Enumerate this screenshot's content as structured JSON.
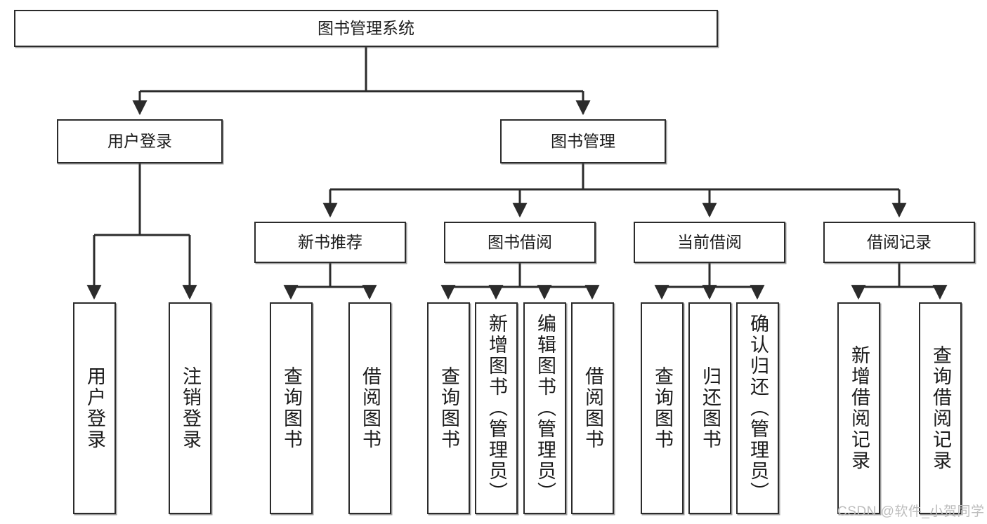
{
  "diagram": {
    "type": "tree-hierarchy-chart",
    "title_box": {
      "label": "图书管理系统"
    },
    "level2": [
      {
        "id": "user-login",
        "label": "用户登录"
      },
      {
        "id": "book-manage",
        "label": "图书管理"
      }
    ],
    "level3": [
      {
        "id": "new-book-recommend",
        "label": "新书推荐"
      },
      {
        "id": "book-borrow",
        "label": "图书借阅"
      },
      {
        "id": "current-borrow",
        "label": "当前借阅"
      },
      {
        "id": "borrow-record",
        "label": "借阅记录"
      }
    ],
    "leaves": [
      {
        "id": "leaf-user-login",
        "label": "用户登录",
        "parent": "user-login"
      },
      {
        "id": "leaf-logout-login",
        "label": "注销登录",
        "parent": "user-login"
      },
      {
        "id": "leaf-query-book-1",
        "label": "查询图书",
        "parent": "new-book-recommend"
      },
      {
        "id": "leaf-borrow-book-1",
        "label": "借阅图书",
        "parent": "new-book-recommend"
      },
      {
        "id": "leaf-query-book-2",
        "label": "查询图书",
        "parent": "book-borrow"
      },
      {
        "id": "leaf-add-book",
        "label": "新增图书（管理员）",
        "parent": "book-borrow"
      },
      {
        "id": "leaf-edit-book",
        "label": "编辑图书（管理员）",
        "parent": "book-borrow"
      },
      {
        "id": "leaf-borrow-book-2",
        "label": "借阅图书",
        "parent": "book-borrow"
      },
      {
        "id": "leaf-query-book-3",
        "label": "查询图书",
        "parent": "current-borrow"
      },
      {
        "id": "leaf-return-book",
        "label": "归还图书",
        "parent": "current-borrow"
      },
      {
        "id": "leaf-confirm-return",
        "label": "确认归还（管理员）",
        "parent": "current-borrow"
      },
      {
        "id": "leaf-add-record",
        "label": "新增借阅记录",
        "parent": "borrow-record"
      },
      {
        "id": "leaf-query-record",
        "label": "查询借阅记录",
        "parent": "borrow-record"
      }
    ],
    "watermark": "CSDN @软件_小贺同学",
    "colors": {
      "stroke": "#2b2b2b",
      "fill": "#ffffff",
      "text": "#1b1b1b",
      "watermark": "#bdbdbd"
    }
  }
}
